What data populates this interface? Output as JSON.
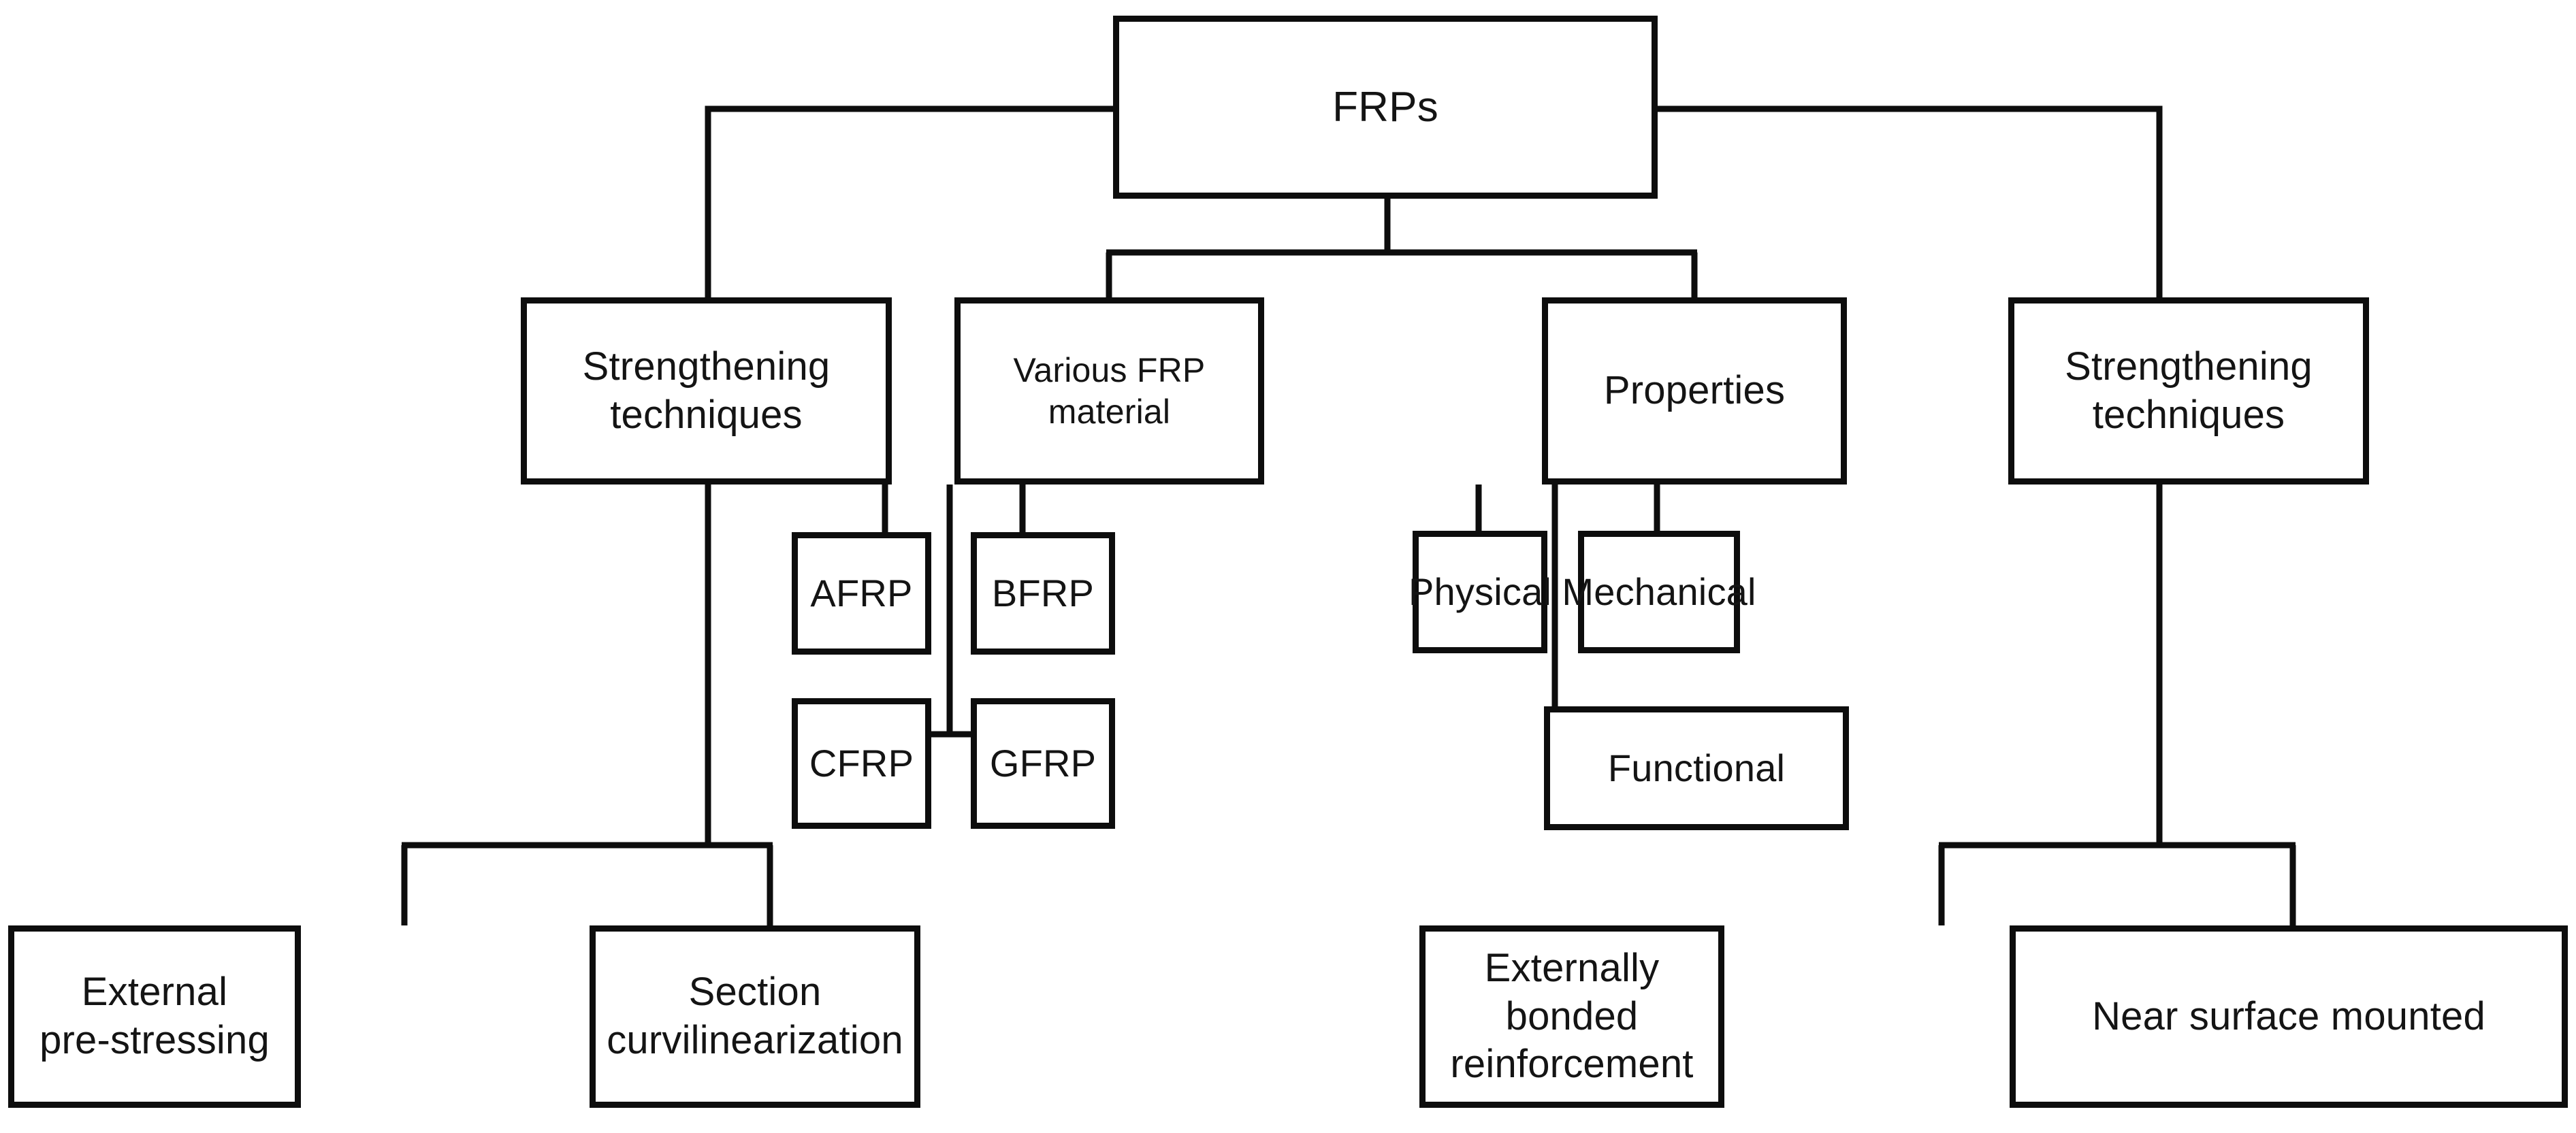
{
  "diagram": {
    "title": "FRPs classification tree",
    "ink_color": "#0d0d0d",
    "text_color": "#141414",
    "background": "#ffffff",
    "nodes": {
      "root": {
        "label": "FRPs"
      },
      "strengthening_left": {
        "label": "Strengthening\ntechniques"
      },
      "various_frp_material": {
        "label": "Various FRP\nmaterial"
      },
      "properties": {
        "label": "Properties"
      },
      "strengthening_right": {
        "label": "Strengthening\ntechniques"
      },
      "afrp": {
        "label": "AFRP"
      },
      "bfrp": {
        "label": "BFRP"
      },
      "cfrp": {
        "label": "CFRP"
      },
      "gfrp": {
        "label": "GFRP"
      },
      "physical": {
        "label": "Physical"
      },
      "mechanical": {
        "label": "Mechanical"
      },
      "functional": {
        "label": "Functional"
      },
      "external_prestressing": {
        "label": "External\npre-stressing"
      },
      "section_curvilinearization": {
        "label": "Section curvilinearization"
      },
      "externally_bonded_reinforcement": {
        "label": "Externally bonded\nreinforcement"
      },
      "near_surface_mounted": {
        "label": "Near surface mounted"
      }
    },
    "edges": [
      {
        "from": "root",
        "to": "strengthening_left"
      },
      {
        "from": "root",
        "to": "various_frp_material"
      },
      {
        "from": "root",
        "to": "properties"
      },
      {
        "from": "root",
        "to": "strengthening_right"
      },
      {
        "from": "various_frp_material",
        "to": "afrp"
      },
      {
        "from": "various_frp_material",
        "to": "bfrp"
      },
      {
        "from": "various_frp_material",
        "to": "cfrp"
      },
      {
        "from": "various_frp_material",
        "to": "gfrp"
      },
      {
        "from": "properties",
        "to": "physical"
      },
      {
        "from": "properties",
        "to": "mechanical"
      },
      {
        "from": "properties",
        "to": "functional"
      },
      {
        "from": "strengthening_left",
        "to": "external_prestressing"
      },
      {
        "from": "strengthening_left",
        "to": "section_curvilinearization"
      },
      {
        "from": "strengthening_right",
        "to": "externally_bonded_reinforcement"
      },
      {
        "from": "strengthening_right",
        "to": "near_surface_mounted"
      }
    ]
  }
}
